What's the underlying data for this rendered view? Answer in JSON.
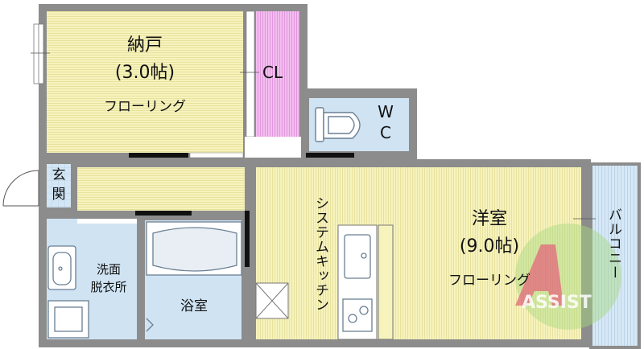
{
  "rooms": {
    "storage": {
      "name": "納戸",
      "size": "(3.0帖)",
      "floor": "フローリング"
    },
    "closet": "CL",
    "wc": {
      "w": "W",
      "c": "C"
    },
    "entrance": {
      "line1": "玄",
      "line2": "関"
    },
    "washroom": {
      "line1": "洗面",
      "line2": "脱衣所"
    },
    "bath": "浴室",
    "kitchen": "システムキッチン",
    "western": {
      "name": "洋室",
      "size": "(9.0帖)",
      "floor": "フローリング"
    },
    "balcony": "バルコニー"
  },
  "logo": {
    "text": "ASSIST"
  },
  "colors": {
    "floor": "#f6f2b6",
    "wall": "#8c8c8c",
    "closet": "#f2b8ef",
    "tile": "#cfe3f3",
    "logo": "#9fd37a"
  }
}
